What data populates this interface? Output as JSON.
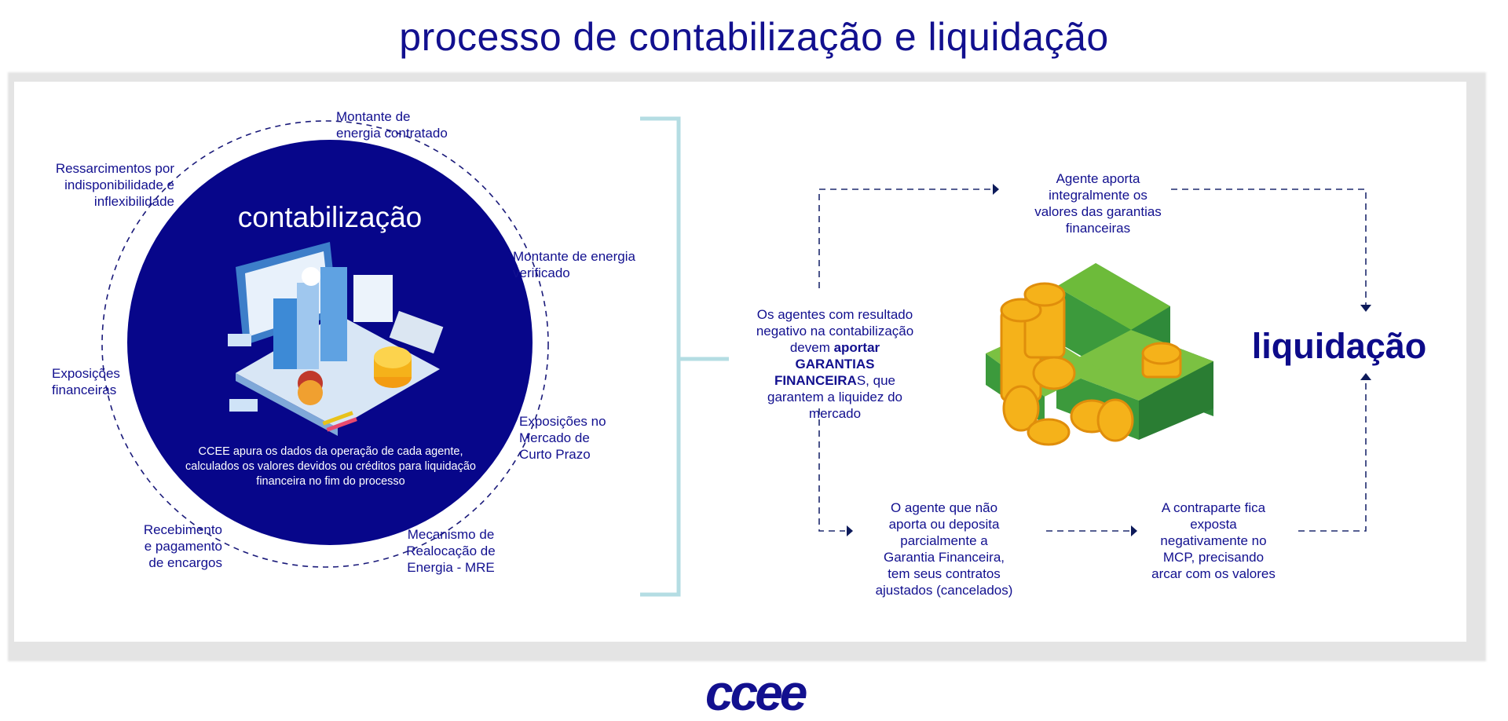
{
  "title": "processo de contabilização e liquidação",
  "contabilizacao": {
    "heading": "contabilização",
    "description": "CCEE apura os dados da operação de cada agente, calculados os valores devidos ou créditos para liquidação financeira no fim do processo",
    "ring_labels": [
      "Montante de energia contratado",
      "Montante de energia verificado",
      "Exposições no Mercado de Curto Prazo",
      "Mecanismo de Realocação de Energia - MRE",
      "Recebimento e pagamento de encargos",
      "Exposições financeiras",
      "Ressarcimentos por indisponibilidade e inflexibilidade"
    ]
  },
  "liquidacao": {
    "heading": "liquidação",
    "left_text_1": "Os agentes com resultado negativo na contabilização devem ",
    "left_text_bold": "aportar GARANTIAS FINANCEIRA",
    "left_text_2": "S, que garantem a liquidez do mercado",
    "top_text": "Agente aporta integralmente os valores das garantias financeiras",
    "bottom_left_text": "O agente que não aporta ou deposita parcialmente a Garantia Financeira, tem seus contratos ajustados (cancelados)",
    "bottom_right_text": "A contraparte fica exposta negativamente no MCP, precisando arcar com os valores"
  },
  "logo": "ccee",
  "colors": {
    "navy": "#0d0b8a",
    "circle": "#07068a",
    "bracket": "#b4dde3",
    "money": "#3c9a3c",
    "coin": "#f5b21a"
  }
}
